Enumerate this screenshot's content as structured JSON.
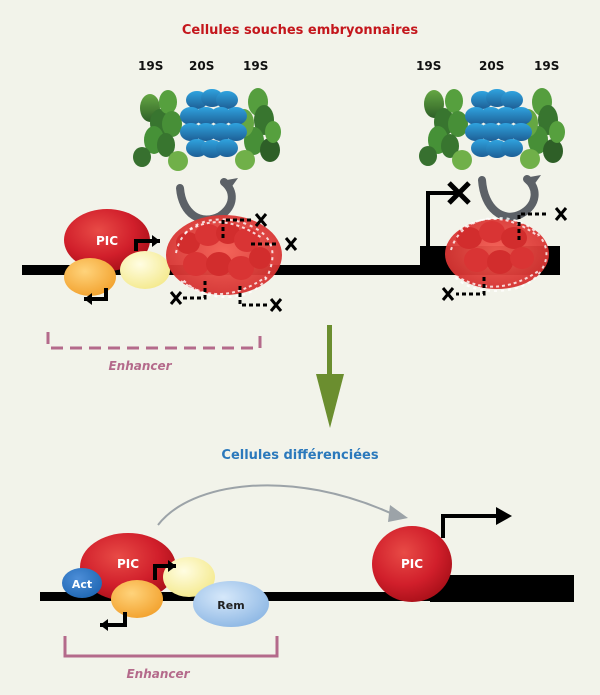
{
  "colors": {
    "background": "#f2f3ea",
    "red_title": "#c4161c",
    "blue_title": "#2b79bc",
    "pic_red": "#d11f2b",
    "act_blue": "#1f67b3",
    "rem_blue": "#9ec3ea",
    "enhancer": "#b46a8b",
    "arrow_green": "#6b8e2f"
  },
  "labels": {
    "top_title": "Cellules  souches embryonnaires",
    "bottom_title": "Cellules différenciées",
    "proteasome_left": {
      "left": "19S",
      "center": "20S",
      "right": "19S"
    },
    "proteasome_right": {
      "left": "19S",
      "center": "20S",
      "right": "19S"
    },
    "pic": "PIC",
    "enhancer_top": "Enhancer",
    "enhancer_bottom": "Enhancer",
    "act": "Act",
    "rem": "Rem"
  }
}
